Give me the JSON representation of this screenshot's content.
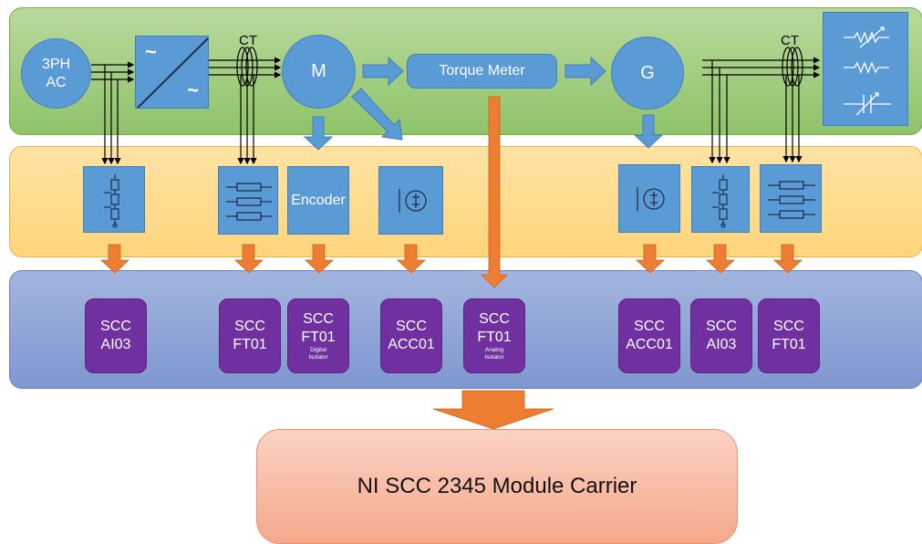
{
  "power_stage": {
    "source_label": "3PH\nAC",
    "vfd_symbol_top": "~",
    "vfd_symbol_bottom": "~",
    "motor_label": "M",
    "torque_meter_label": "Torque Meter",
    "generator_label": "G",
    "ct_label_1": "CT",
    "ct_label_2": "CT"
  },
  "sensors": {
    "encoder_label": "Encoder"
  },
  "modules": [
    {
      "line1": "SCC",
      "line2": "AI03",
      "sub": ""
    },
    {
      "line1": "SCC",
      "line2": "FT01",
      "sub": ""
    },
    {
      "line1": "SCC",
      "line2": "FT01",
      "sub": "Digital\nIsolator"
    },
    {
      "line1": "SCC",
      "line2": "ACC01",
      "sub": ""
    },
    {
      "line1": "SCC",
      "line2": "FT01",
      "sub": "Analog\nIsolator"
    },
    {
      "line1": "SCC",
      "line2": "ACC01",
      "sub": ""
    },
    {
      "line1": "SCC",
      "line2": "AI03",
      "sub": ""
    },
    {
      "line1": "SCC",
      "line2": "FT01",
      "sub": ""
    }
  ],
  "carrier_label": "NI SCC 2345 Module Carrier",
  "colors": {
    "blue": "#5b9bd5",
    "orange": "#ed7d31",
    "purple": "#7030a0"
  }
}
